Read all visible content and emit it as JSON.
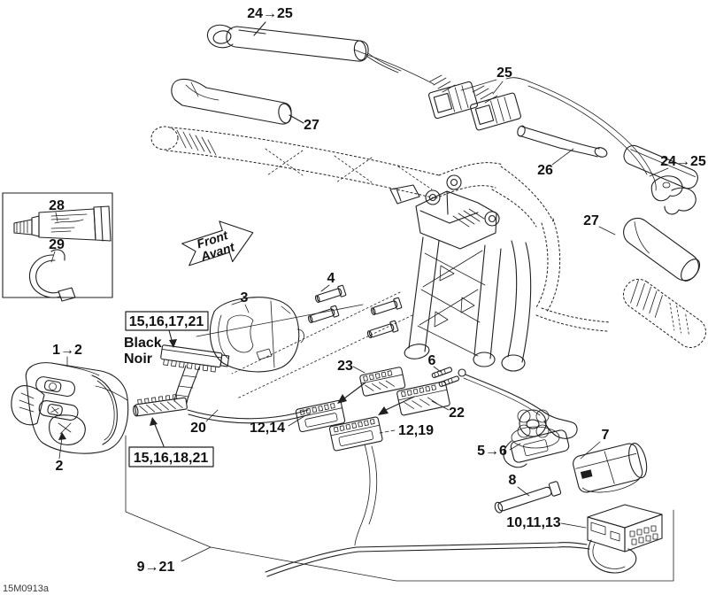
{
  "diagram": {
    "code": "15M0913a",
    "front_marker": {
      "front": "Front",
      "avant": "Avant"
    },
    "color_note": {
      "en": "Black",
      "fr": "Noir"
    },
    "callouts": {
      "top_heated_grip": "24→25",
      "left_grip_cap": "27",
      "harness_connectors": "25",
      "hook_handle": "26",
      "right_heated_grip": "24→25",
      "right_grip_cap": "27",
      "lubricant_tube": "28",
      "retaining_clip": "29",
      "switch_housing": "3",
      "screws": "4",
      "upper_connector_kit": "15,16,17,21",
      "lower_connector_kit": "15,16,18,21",
      "multifunction_switch": "1→2",
      "switch_part": "2",
      "connector_23": "23",
      "screw_6": "6",
      "connector_22": "22",
      "connector_12_14": "12,14",
      "connector_12_19": "12,19",
      "harness_section": "20",
      "toggle_switch": "5→6",
      "connector_7": "7",
      "pin_8": "8",
      "electronic_module": "10,11,13",
      "main_harness": "9→21"
    }
  }
}
